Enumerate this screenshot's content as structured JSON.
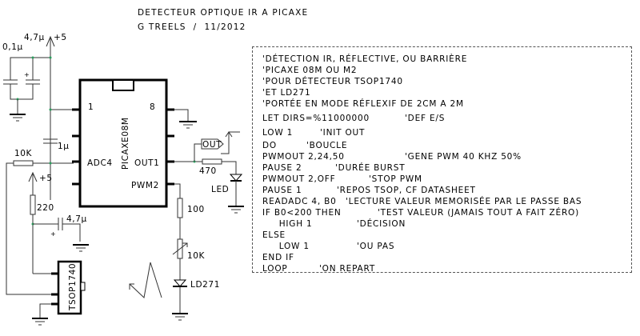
{
  "header": {
    "title": "DETECTEUR OPTIQUE IR A PICAXE",
    "author_date": "G TREELS  /  11/2012"
  },
  "schematic": {
    "ic": {
      "name": "PICAXE08M",
      "pin1": "1",
      "pin8": "8",
      "adc4": "ADC4",
      "out1": "OUT1",
      "pwm2": "PWM2"
    },
    "supply_top": "+5",
    "supply_sensor": "+5",
    "cap_47u_top": "4,7µ",
    "cap_01u": "0,1µ",
    "cap_1u": "1µ",
    "res_10k_adc": "10K",
    "res_220": "220",
    "cap_47u_sensor": "4,7µ",
    "sensor": "TSOP1740",
    "out_label": "OUT",
    "res_470": "470",
    "led": "LED",
    "res_100": "100",
    "pot_10k": "10K",
    "ir_led": "LD271",
    "plus": "+"
  },
  "code": {
    "lines": [
      {
        "code": "'DÉTECTION IR, RÉFLECTIVE, OU BARRIÈRE",
        "comment": ""
      },
      {
        "code": "'PICAXE 08M OU M2",
        "comment": ""
      },
      {
        "code": "'POUR DÉTECTEUR TSOP1740",
        "comment": ""
      },
      {
        "code": "'ET LD271",
        "comment": ""
      },
      {
        "code": "'PORTÉE EN MODE RÉFLEXIF DE 2CM A 2M",
        "comment": ""
      },
      {
        "code": "LET DIRS=%11000000",
        "comment": "'DEF E/S"
      },
      {
        "code": "LOW 1",
        "comment": "'INIT OUT"
      },
      {
        "code": "DO",
        "comment": "'BOUCLE"
      },
      {
        "code": "PWMOUT 2,24,50",
        "comment": "'GENE PWM 40 KHZ 50%"
      },
      {
        "code": "PAUSE 2",
        "comment": "'DURÉE BURST"
      },
      {
        "code": "PWMOUT 2,OFF",
        "comment": "'STOP PWM"
      },
      {
        "code": "PAUSE 1",
        "comment": "'REPOS TSOP, CF DATASHEET"
      },
      {
        "code": "READADC 4, B0",
        "comment": "'LECTURE VALEUR MEMORISÉE PAR LE PASSE BAS"
      },
      {
        "code": "IF B0<200 THEN",
        "comment": "'TEST VALEUR (JAMAIS TOUT A FAIT ZÉRO)"
      },
      {
        "code": "     HIGH 1",
        "comment": "'DÉCISION"
      },
      {
        "code": "ELSE",
        "comment": ""
      },
      {
        "code": "     LOW 1",
        "comment": "'OU PAS"
      },
      {
        "code": "END IF",
        "comment": ""
      },
      {
        "code": "LOOP",
        "comment": "'ON REPART"
      }
    ]
  }
}
